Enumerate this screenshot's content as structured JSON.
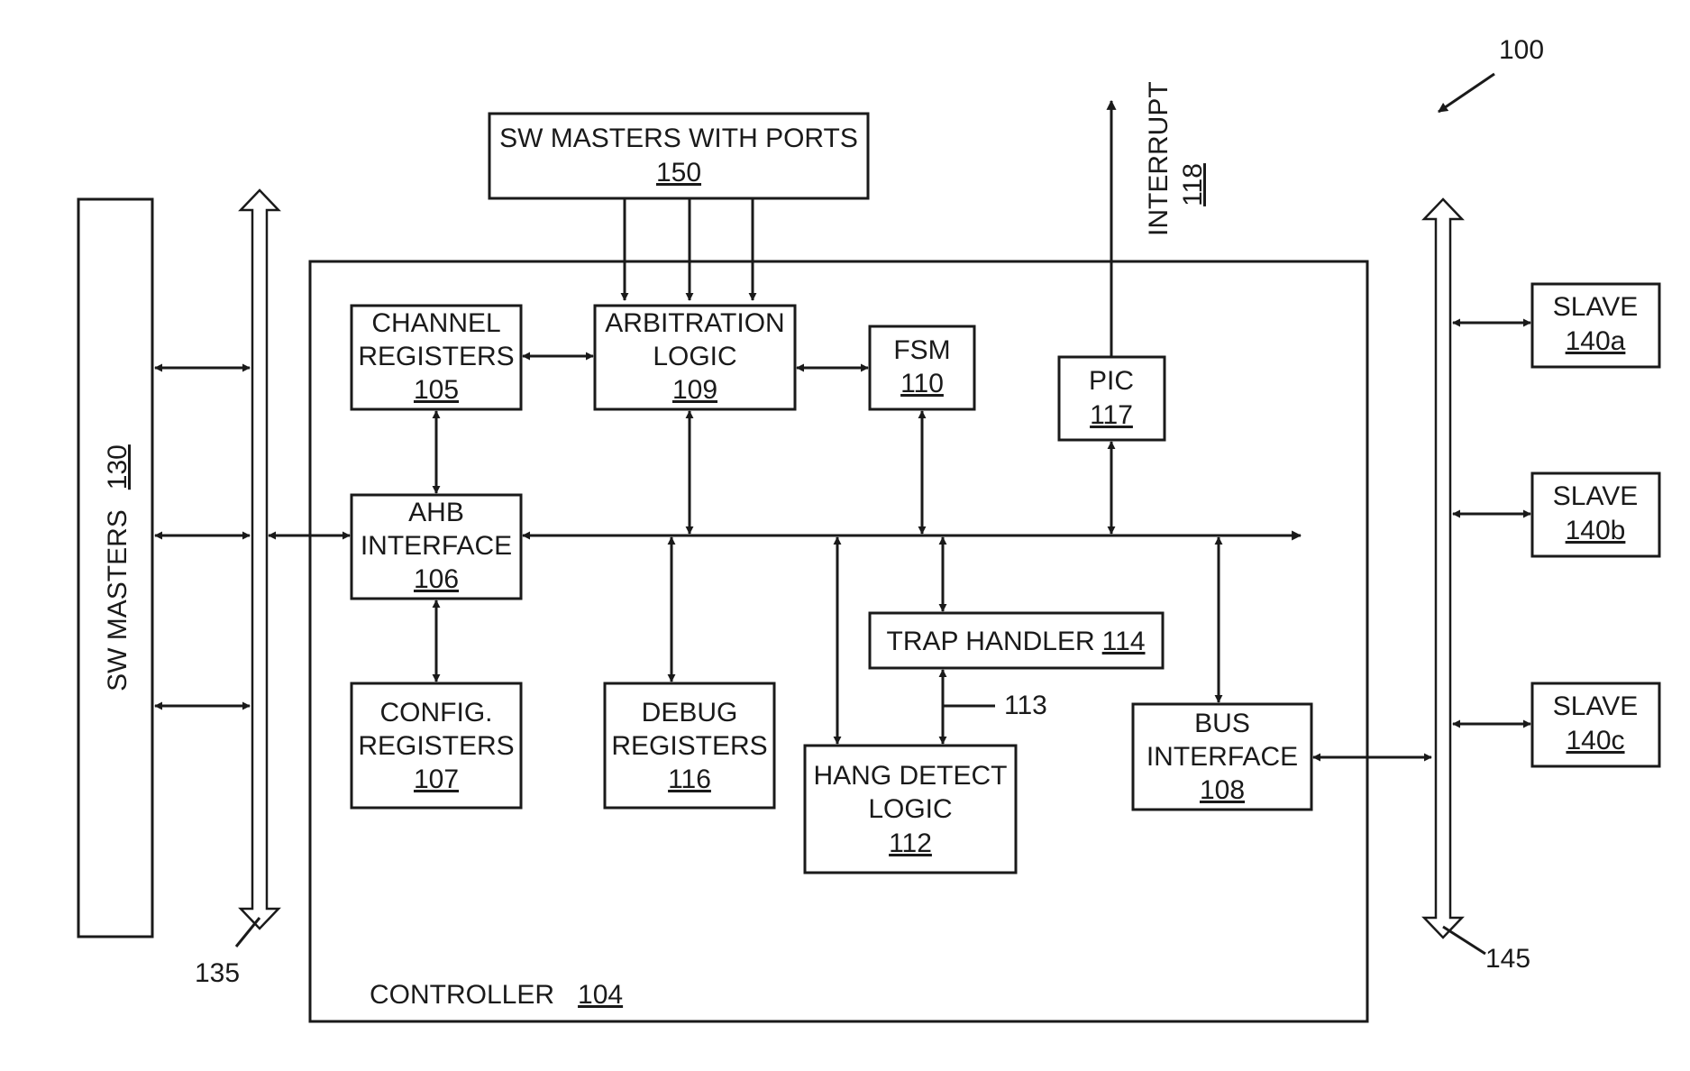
{
  "figure_number": "100",
  "controller": {
    "label": "CONTROLLER",
    "number": "104"
  },
  "sw_masters_ports": {
    "line1": "SW MASTERS WITH PORTS",
    "number": "150"
  },
  "sw_masters": {
    "label": "SW MASTERS",
    "number": "130"
  },
  "interrupt": {
    "label": "INTERRUPT",
    "number": "118"
  },
  "channel_registers": {
    "line1": "CHANNEL",
    "line2": "REGISTERS",
    "number": "105"
  },
  "arbitration_logic": {
    "line1": "ARBITRATION",
    "line2": "LOGIC",
    "number": "109"
  },
  "fsm": {
    "line1": "FSM",
    "number": "110"
  },
  "pic": {
    "line1": "PIC",
    "number": "117"
  },
  "ahb_interface": {
    "line1": "AHB",
    "line2": "INTERFACE",
    "number": "106"
  },
  "config_registers": {
    "line1": "CONFIG.",
    "line2": "REGISTERS",
    "number": "107"
  },
  "debug_registers": {
    "line1": "DEBUG",
    "line2": "REGISTERS",
    "number": "116"
  },
  "trap_handler": {
    "line1": "TRAP HANDLER",
    "number": "114"
  },
  "hang_detect_logic": {
    "line1": "HANG DETECT",
    "line2": "LOGIC",
    "number": "112"
  },
  "bus_interface": {
    "line1": "BUS",
    "line2": "INTERFACE",
    "number": "108"
  },
  "slave_a": {
    "line1": "SLAVE",
    "number": "140a"
  },
  "slave_b": {
    "line1": "SLAVE",
    "number": "140b"
  },
  "slave_c": {
    "line1": "SLAVE",
    "number": "140c"
  },
  "ref_113": "113",
  "ref_135": "135",
  "ref_145": "145"
}
